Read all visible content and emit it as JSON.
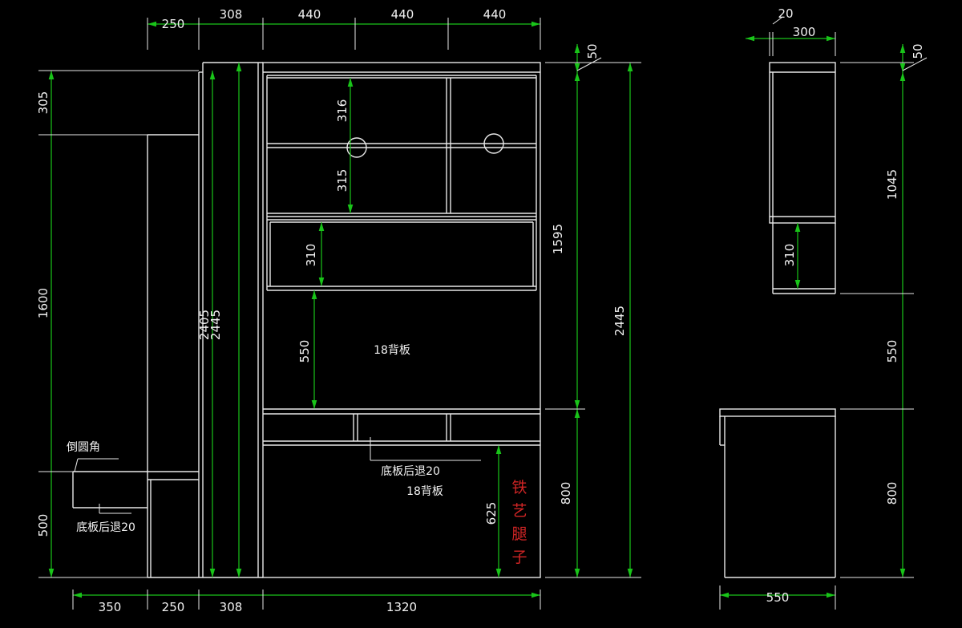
{
  "front_view": {
    "top_dims": [
      "250",
      "308",
      "440",
      "440",
      "440"
    ],
    "top_right_dim": "50",
    "left_dims": [
      "305",
      "1600",
      "500"
    ],
    "post_dims": [
      "2405",
      "2445"
    ],
    "shelf_dims": [
      "316",
      "315",
      "310",
      "550",
      "625"
    ],
    "right_dims": [
      "1595",
      "800",
      "2445"
    ],
    "bottom_dims": [
      "350",
      "250",
      "308",
      "1320"
    ],
    "labels": {
      "back_panel": "18背板",
      "back_panel_2": "18背板",
      "bottom_recess": "底板后退20",
      "bottom_recess_left": "底板后退20",
      "round_corner": "倒圆角",
      "iron_legs": [
        "铁",
        "艺",
        "腿",
        "子"
      ]
    }
  },
  "side_view": {
    "top_dims": [
      "20",
      "300"
    ],
    "top_right_dim": "50",
    "right_dims": [
      "1045",
      "310",
      "550",
      "800"
    ],
    "bottom_dim": "550"
  },
  "colors": {
    "background": "#000000",
    "lines": "#e8e8e8",
    "dimensions": "#19c419",
    "note": "#d02525"
  }
}
